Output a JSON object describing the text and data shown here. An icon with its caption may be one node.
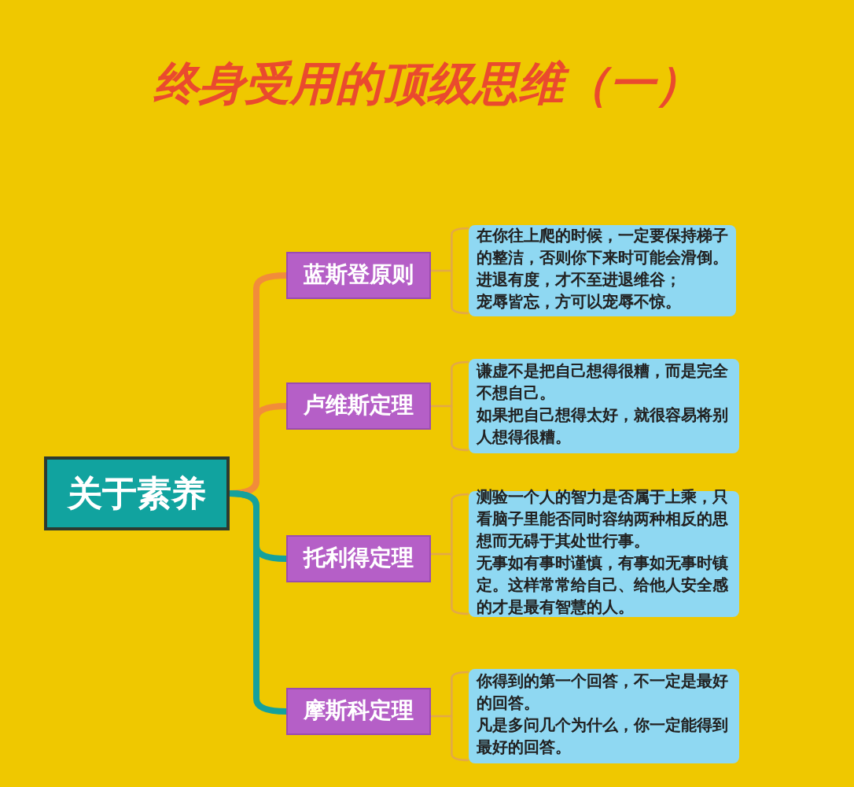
{
  "diagram": {
    "title": "终身受用的顶级思维（一）",
    "nodes": [
      {
        "text": [
          "关于素养"
        ]
      },
      {
        "text": [
          "蓝斯登原则"
        ]
      },
      {
        "text": [
          "卢维斯定理"
        ]
      },
      {
        "text": [
          "托利得定理"
        ]
      },
      {
        "text": [
          "摩斯科定理"
        ]
      },
      {
        "text": [
          "在你往上爬的时候，一定要保持梯子的整洁，否则你下来时可能会滑倒。",
          "进退有度，才不至进退维谷；",
          "宠辱皆忘，方可以宠辱不惊。"
        ]
      },
      {
        "text": [
          "谦虚不是把自己想得很糟，而是完全不想自己。",
          "如果把自己想得太好，就很容易将别人想得很糟。"
        ]
      },
      {
        "text": [
          "测验一个人的智力是否属于上乘，只看脑子里能否同时容纳两种相反的思想而无碍于其处世行事。",
          "无事如有事时谨慎，有事如无事时镇定。这样常常给自己、给他人安全感的才是最有智慧的人。"
        ]
      },
      {
        "text": [
          "你得到的第一个回答，不一定是最好的回答。",
          "凡是多问几个为什么，你一定能得到最好的回答。"
        ]
      }
    ],
    "edges": [
      {
        "from": 0,
        "to": 1,
        "arrow": "none",
        "style": "thick",
        "color": "#f28c3a"
      },
      {
        "from": 0,
        "to": 2,
        "arrow": "none",
        "style": "thick",
        "color": "#f28c3a"
      },
      {
        "from": 0,
        "to": 3,
        "arrow": "none",
        "style": "thick",
        "color": "#15a19c"
      },
      {
        "from": 0,
        "to": 4,
        "arrow": "none",
        "style": "thick",
        "color": "#15a19c"
      },
      {
        "from": 1,
        "to": 5,
        "arrow": "none",
        "color": "#e3a848"
      },
      {
        "from": 2,
        "to": 6,
        "arrow": "none",
        "color": "#e3a848"
      },
      {
        "from": 3,
        "to": 7,
        "arrow": "none",
        "color": "#e3a848"
      },
      {
        "from": 4,
        "to": 8,
        "arrow": "none",
        "color": "#e3a848"
      }
    ]
  }
}
